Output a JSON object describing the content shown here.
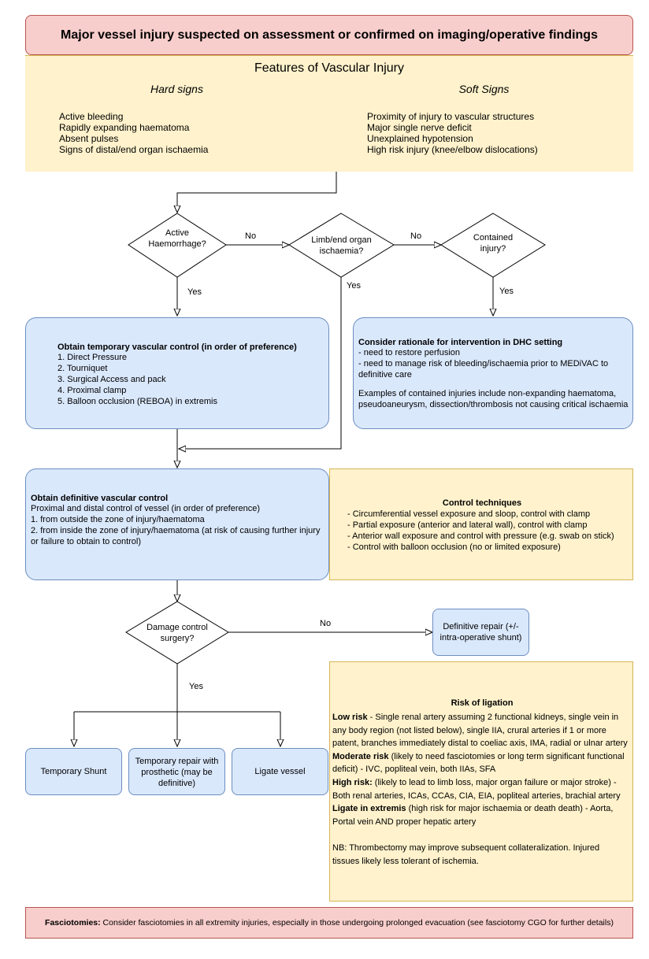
{
  "title": "Major vessel injury suspected on assessment or confirmed on imaging/operative findings",
  "features": {
    "heading": "Features of Vascular Injury",
    "hard_title": "Hard signs",
    "hard_items": [
      "Active bleeding",
      "Rapidly expanding haematoma",
      "Absent pulses",
      "Signs of distal/end organ ischaemia"
    ],
    "soft_title": "Soft Signs",
    "soft_items": [
      "Proximity of injury to vascular structures",
      "Major single nerve deficit",
      "Unexplained hypotension",
      "High risk injury (knee/elbow dislocations)"
    ]
  },
  "decisions": {
    "d1": {
      "line1": "Active",
      "line2": "Haemorrhage?"
    },
    "d2": {
      "line1": "Limb/end organ",
      "line2": "ischaemia?"
    },
    "d3": {
      "line1": "Contained",
      "line2": "injury?"
    },
    "d4": {
      "line1": "Damage control",
      "line2": "surgery?"
    }
  },
  "edge_labels": {
    "no1": "No",
    "no2": "No",
    "yes1": "Yes",
    "yes2": "Yes",
    "yes3": "Yes",
    "no4": "No",
    "yes4": "Yes"
  },
  "temp_control": {
    "heading": "Obtain temporary vascular control (in order of preference)",
    "items": [
      "1. Direct Pressure",
      "2. Tourniquet",
      "3. Surgical Access and pack",
      "4. Proximal clamp",
      "5. Balloon occlusion (REBOA) in extremis"
    ]
  },
  "rationale": {
    "heading": "Consider rationale for intervention in DHC setting",
    "lines": [
      "- need to restore perfusion",
      "- need to manage risk of bleeding/ischaemia prior to MEDiVAC to",
      "definitive care"
    ],
    "examples": [
      "Examples of contained injuries include non-expanding haematoma,",
      "pseudoaneurysm, dissection/thrombosis not causing critical ischaemia"
    ]
  },
  "definitive_control": {
    "heading": "Obtain definitive vascular control",
    "lines": [
      "Proximal and distal control of vessel (in order of preference)",
      "1. from outside the zone of injury/haematoma",
      "2. from inside the zone of injury/haematoma (at risk of causing further injury",
      "or failure to obtain to control)"
    ]
  },
  "control_techniques": {
    "heading": "Control techniques",
    "items": [
      "- Circumferential vessel exposure and sloop, control with clamp",
      "- Partial exposure (anterior and lateral wall), control with clamp",
      "- Anterior wall exposure and control with pressure (e.g. swab on stick)",
      "- Control with balloon occlusion (no or limited exposure)"
    ]
  },
  "definitive_repair": {
    "line1": "Definitive repair (+/-",
    "line2": "intra-operative shunt)"
  },
  "outcomes": {
    "shunt": "Temporary Shunt",
    "repair_lines": [
      "Temporary repair with",
      "prosthetic (may be",
      "definitive)"
    ],
    "ligate": "Ligate vessel"
  },
  "ligation": {
    "heading": "Risk of ligation",
    "low_label": "Low risk",
    "low_lines": [
      " - Single renal artery assuming 2 functional kidneys, single vein in",
      "any body region (not listed below), single IIA, crural arteries if 1 or more",
      "patent, branches immediately distal to coeliac axis, IMA, radial or ulnar artery"
    ],
    "mod_label": "Moderate risk",
    "mod_lines": [
      " (likely to need fasciotomies or long term significant functional",
      "deficit) - IVC, popliteal vein, both IIAs, SFA"
    ],
    "high_label": "High risk:",
    "high_lines": [
      " (likely to lead to limb loss, major organ failure or major stroke) -",
      "Both renal arteries, ICAs, CCAs, CIA, EIA, popliteal arteries, brachial artery"
    ],
    "ext_label": "Ligate in extremis",
    "ext_lines": [
      " (high risk for major ischaemia or death death) - Aorta,",
      "Portal vein AND proper hepatic artery"
    ],
    "nb_lines": [
      "NB: Thrombectomy may improve subsequent collateralization.  Injured",
      "tissues likely less tolerant of ischemia."
    ]
  },
  "fasciotomies": {
    "label": "Fasciotomies:",
    "text": " Consider fasciotomies in all extremity injuries, especially in those undergoing prolonged evacuation (see fasciotomy CGO for further details)"
  },
  "colors": {
    "red_fill": "#f8cecc",
    "yellow_fill": "#fff2cc",
    "blue_fill": "#dae8fc"
  }
}
